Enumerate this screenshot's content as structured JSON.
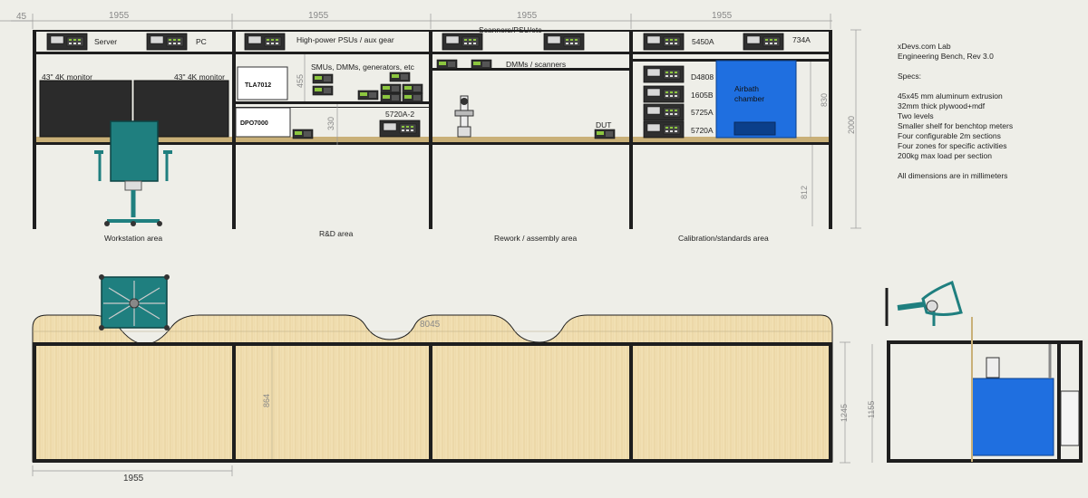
{
  "specs": {
    "title": "xDevs.com Lab",
    "subtitle": "Engineering Bench, Rev 3.0",
    "heading": "Specs:",
    "items": [
      "45x45 mm aluminum extrusion",
      "32mm thick plywood+mdf",
      "Two levels",
      "Smaller shelf for benchtop meters",
      "Four configurable 2m sections",
      "Four zones for specific activities",
      "200kg max load per section"
    ],
    "note": "All dimensions are in millimeters"
  },
  "front_view": {
    "dims": {
      "post": "45",
      "section_width": "1955",
      "height_total": "2000",
      "height_table": "812",
      "shelf_height": "455",
      "gap": "330",
      "upper_height": "830"
    },
    "labels": {
      "server": "Server",
      "pc": "PC",
      "monitor_left": "43\" 4K monitor",
      "monitor_right": "43\" 4K monitor",
      "psu": "High-power PSUs / aux gear",
      "smu": "SMUs, DMMs, generators, etc",
      "tla": "TLA7012",
      "dpo": "DPO7000",
      "meter_5720a2": "5720A-2",
      "scanners": "Scanners/PSU/etc",
      "dmm_scanners": "DMMs / scanners",
      "dut": "DUT",
      "m5450a": "5450A",
      "m734a": "734A",
      "d4808": "D4808",
      "m1605b": "1605B",
      "m5725a": "5725A",
      "m5720a": "5720A",
      "airbath": "Airbath",
      "chamber": "chamber"
    },
    "areas": [
      "Workstation area",
      "R&D area",
      "Rework / assembly area",
      "Calibration/standards area"
    ]
  },
  "top_view": {
    "dims": {
      "length": "8045",
      "depth": "864",
      "section": "1955",
      "height_a": "1245",
      "height_b": "1155"
    }
  },
  "colors": {
    "frame": "#1e1e1e",
    "wood": "#f1dfb2",
    "chamber": "#1f6fe0",
    "chair": "#1f7f7f",
    "monitor": "#2b2b2b",
    "dim": "#9a9a9a"
  }
}
